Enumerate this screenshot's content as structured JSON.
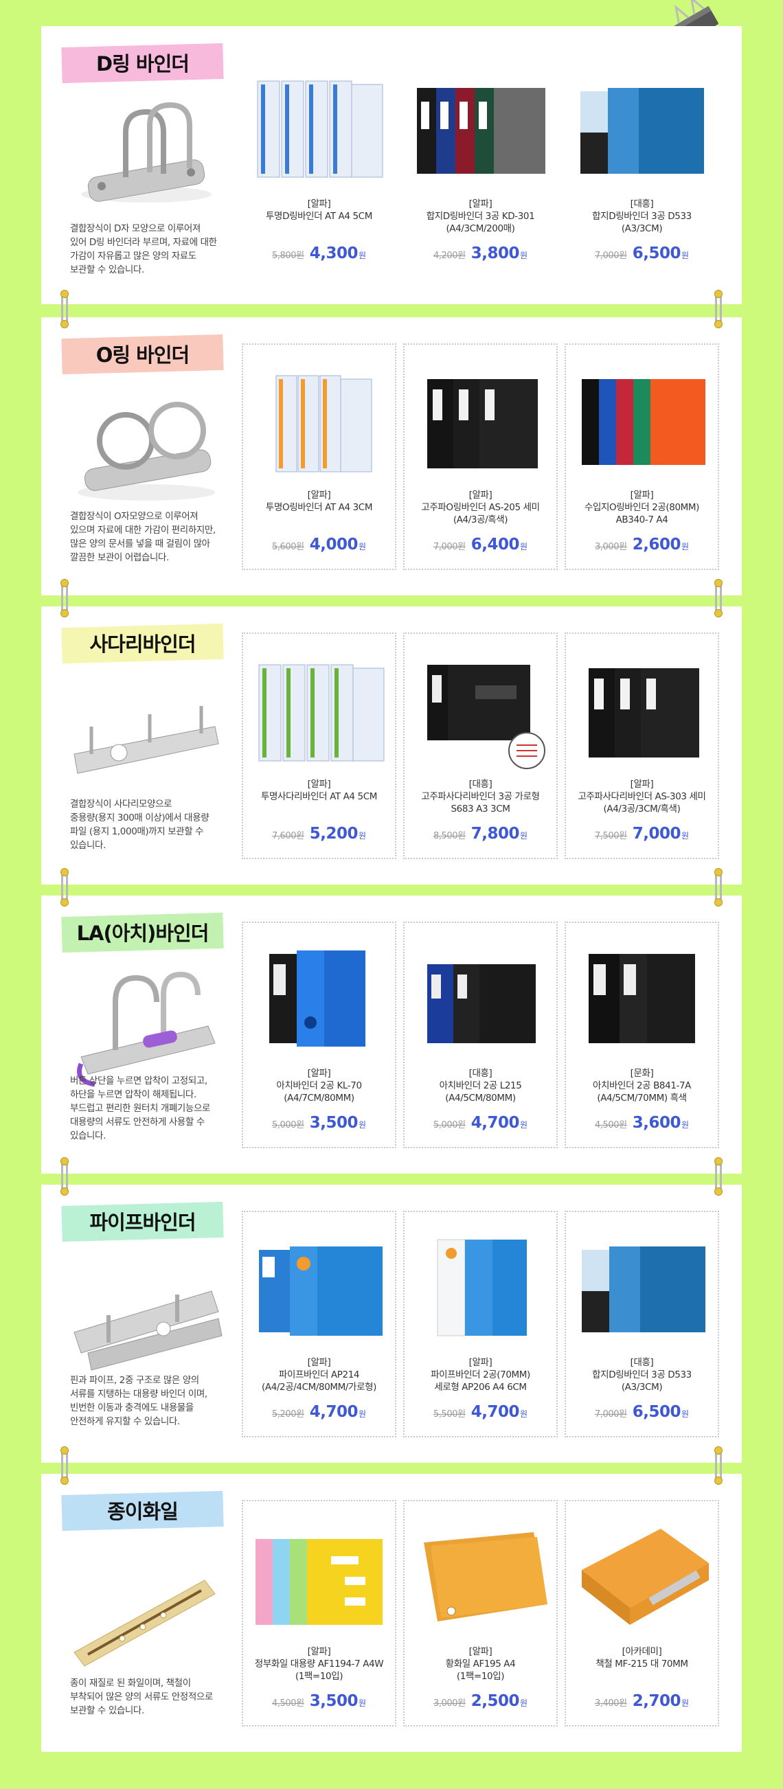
{
  "sections": [
    {
      "title": "D링 바인더",
      "tape_color": "#f7b3d8",
      "desc": [
        "결합장식이 D자 모양으로 이루어져",
        "있어 D링 바인더라 부르며, 자료에 대한",
        "가감이 자유롭고 많은 양의 자료도",
        "보관할 수 있습니다."
      ],
      "products": [
        {
          "brand": "[알파]",
          "name": [
            "투명D링바인더 AT A4 5CM"
          ],
          "old": "5,800원",
          "new": "4,300",
          "won": "원"
        },
        {
          "brand": "[알파]",
          "name": [
            "합지D링바인더 3공 KD-301",
            "(A4/3CM/200매)"
          ],
          "old": "4,200원",
          "new": "3,800",
          "won": "원"
        },
        {
          "brand": "[대흥]",
          "name": [
            "합지D링바인더 3공 D533",
            "(A3/3CM)"
          ],
          "old": "7,000원",
          "new": "6,500",
          "won": "원"
        }
      ]
    },
    {
      "title": "O링 바인더",
      "tape_color": "#f9c3b6",
      "desc": [
        "결합장식이 O자모양으로 이루어져",
        "있으며 자료에 대한 가감이 편리하지만,",
        "많은 양의 문서를 넣을 때 걸림이 많아",
        "깔끔한 보관이 어렵습니다."
      ],
      "products": [
        {
          "brand": "[알파]",
          "name": [
            "투명O링바인더 AT A4 3CM"
          ],
          "old": "5,600원",
          "new": "4,000",
          "won": "원"
        },
        {
          "brand": "[알파]",
          "name": [
            "고주파O링바인더 AS-205 세미",
            "(A4/3공/흑색)"
          ],
          "old": "7,000원",
          "new": "6,400",
          "won": "원"
        },
        {
          "brand": "[알파]",
          "name": [
            "수입지O링바인더 2공(80MM)",
            "AB340-7 A4"
          ],
          "old": "3,000원",
          "new": "2,600",
          "won": "원"
        }
      ]
    },
    {
      "title": "사다리바인더",
      "tape_color": "#f4f5a8",
      "desc": [
        "결합장식이 사다리모양으로",
        "중용량(용지 300매 이상)에서 대용량",
        "파일 (용지 1,000매)까지 보관할 수",
        "있습니다."
      ],
      "products": [
        {
          "brand": "[알파]",
          "name": [
            "투명사다리바인더 AT A4 5CM"
          ],
          "old": "7,600원",
          "new": "5,200",
          "won": "원"
        },
        {
          "brand": "[대흥]",
          "name": [
            "고주파사다리바인더 3공 가로형",
            "S683 A3 3CM"
          ],
          "old": "8,500원",
          "new": "7,800",
          "won": "원"
        },
        {
          "brand": "[알파]",
          "name": [
            "고주파사다리바인더 AS-303 세미",
            "(A4/3공/3CM/흑색)"
          ],
          "old": "7,500원",
          "new": "7,000",
          "won": "원"
        }
      ]
    },
    {
      "title": "LA(아치)바인더",
      "tape_color": "#bdf0a8",
      "desc": [
        "버튼 상단을 누르면 압착이 고정되고,",
        "하단을 누르면 압착이 해제됩니다.",
        "부드럽고 편리한 원터치 개폐기능으로",
        "대용량의 서류도 안전하게 사용할 수",
        "있습니다."
      ],
      "products": [
        {
          "brand": "[알파]",
          "name": [
            "아치바인더 2공 KL-70",
            "(A4/7CM/80MM)"
          ],
          "old": "5,000원",
          "new": "3,500",
          "won": "원"
        },
        {
          "brand": "[대흥]",
          "name": [
            "아치바인더 2공 L215",
            "(A4/5CM/80MM)"
          ],
          "old": "5,000원",
          "new": "4,700",
          "won": "원"
        },
        {
          "brand": "[문화]",
          "name": [
            "아치바인더 2공 B841-7A",
            "(A4/5CM/70MM) 흑색"
          ],
          "old": "4,500원",
          "new": "3,600",
          "won": "원"
        }
      ]
    },
    {
      "title": "파이프바인더",
      "tape_color": "#b3f0cf",
      "desc": [
        "핀과 파이프, 2중 구조로 많은 양의",
        "서류를 지탱하는 대용량 바인더 이며,",
        "빈번한 이동과 충격에도 내용물을",
        "안전하게 유지할 수 있습니다."
      ],
      "products": [
        {
          "brand": "[알파]",
          "name": [
            "파이프바인더 AP214",
            "(A4/2공/4CM/80MM/가로형)"
          ],
          "old": "5,200원",
          "new": "4,700",
          "won": "원"
        },
        {
          "brand": "[알파]",
          "name": [
            "파이프바인더 2공(70MM)",
            "세로형 AP206 A4 6CM"
          ],
          "old": "5,500원",
          "new": "4,700",
          "won": "원"
        },
        {
          "brand": "[대흥]",
          "name": [
            "합지D링바인더 3공 D533",
            "(A3/3CM)"
          ],
          "old": "7,000원",
          "new": "6,500",
          "won": "원"
        }
      ]
    },
    {
      "title": "종이화일",
      "tape_color": "#b5dcf5",
      "desc": [
        "종이 재질로 된 화일이며, 책철이",
        "부착되어 많은 양의 서류도 안정적으로",
        "보관할 수 있습니다."
      ],
      "products": [
        {
          "brand": "[알파]",
          "name": [
            "정부화일 대용량 AF1194-7 A4W",
            "(1팩=10입)"
          ],
          "old": "4,500원",
          "new": "3,500",
          "won": "원"
        },
        {
          "brand": "[알파]",
          "name": [
            "황화일 AF195 A4",
            "(1팩=10입)"
          ],
          "old": "3,000원",
          "new": "2,500",
          "won": "원"
        },
        {
          "brand": "[아카데미]",
          "name": [
            "책철 MF-215 대 70MM"
          ],
          "old": "3,400원",
          "new": "2,700",
          "won": "원"
        }
      ]
    }
  ]
}
